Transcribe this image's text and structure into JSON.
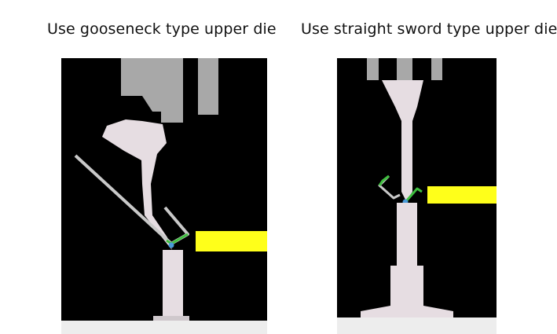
{
  "captions": {
    "left": "Use gooseneck type upper die",
    "right": "Use straight sword type upper die"
  },
  "colors": {
    "background": "#000000",
    "die": "#e6dde2",
    "holder": "#a8a8a8",
    "sheet": "#c9c9c9",
    "sheet_edge": "#9a9a9a",
    "bend_highlight": "#3fbf3f",
    "bend_point": "#4a9ad8",
    "backgauge": "#ffff1a",
    "table": "#ededed"
  },
  "icons": {
    "left_diagram": "gooseneck-upper-die-diagram",
    "right_diagram": "straight-sword-upper-die-diagram"
  }
}
